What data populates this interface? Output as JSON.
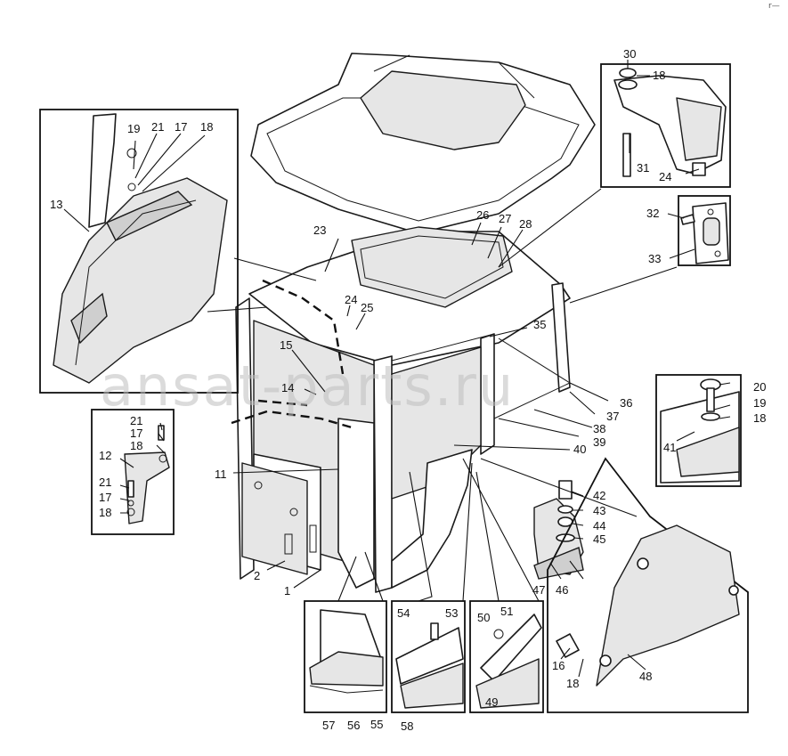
{
  "watermark": "ansat-parts.ru",
  "corner_mark": "r—",
  "callouts": [
    "30",
    "18",
    "31",
    "24",
    "32",
    "33",
    "19",
    "21",
    "17",
    "18",
    "13",
    "23",
    "26",
    "27",
    "28",
    "24",
    "25",
    "15",
    "35",
    "14",
    "20",
    "19",
    "18",
    "36",
    "37",
    "38",
    "39",
    "40",
    "41",
    "21",
    "17",
    "18",
    "12",
    "21",
    "17",
    "18",
    "11",
    "42",
    "43",
    "44",
    "45",
    "2",
    "1",
    "47",
    "46",
    "54",
    "53",
    "50",
    "51",
    "16",
    "18",
    "48",
    "57",
    "56",
    "55",
    "58",
    "49"
  ]
}
